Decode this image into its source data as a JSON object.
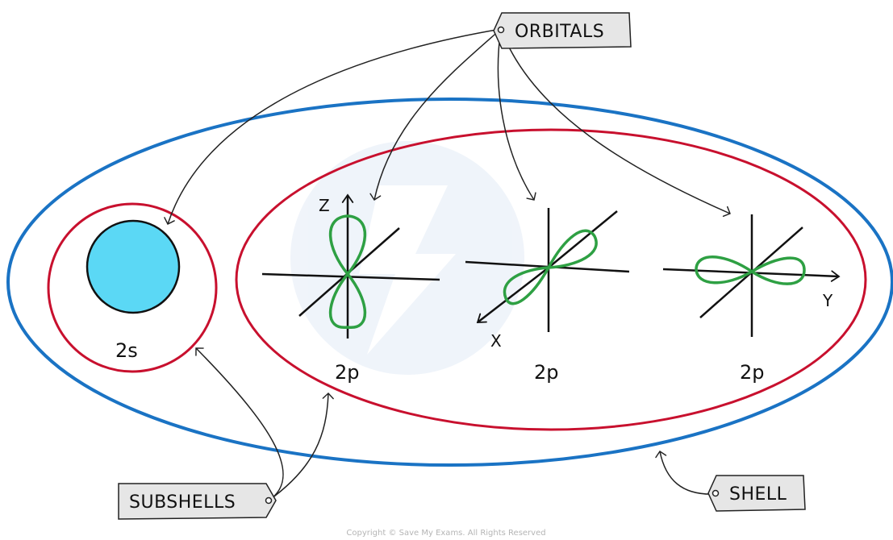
{
  "tags": {
    "orbitals": "ORBITALS",
    "subshells": "SUBSHELLS",
    "shell": "SHELL"
  },
  "subshell_labels": {
    "s": "2s",
    "px": "2p",
    "py": "2p",
    "pz": "2p"
  },
  "axis_labels": {
    "z": "Z",
    "x": "X",
    "y": "Y"
  },
  "copyright": "Copyright © Save My Exams. All Rights Reserved",
  "colors": {
    "shell_outline": "#1a73c4",
    "subshell_outline": "#c8102e",
    "s_orbital_fill": "#5bd8f5",
    "p_orbital": "#2ea043",
    "tag_fill": "#e6e6e6",
    "watermark": "#eef3fa"
  }
}
